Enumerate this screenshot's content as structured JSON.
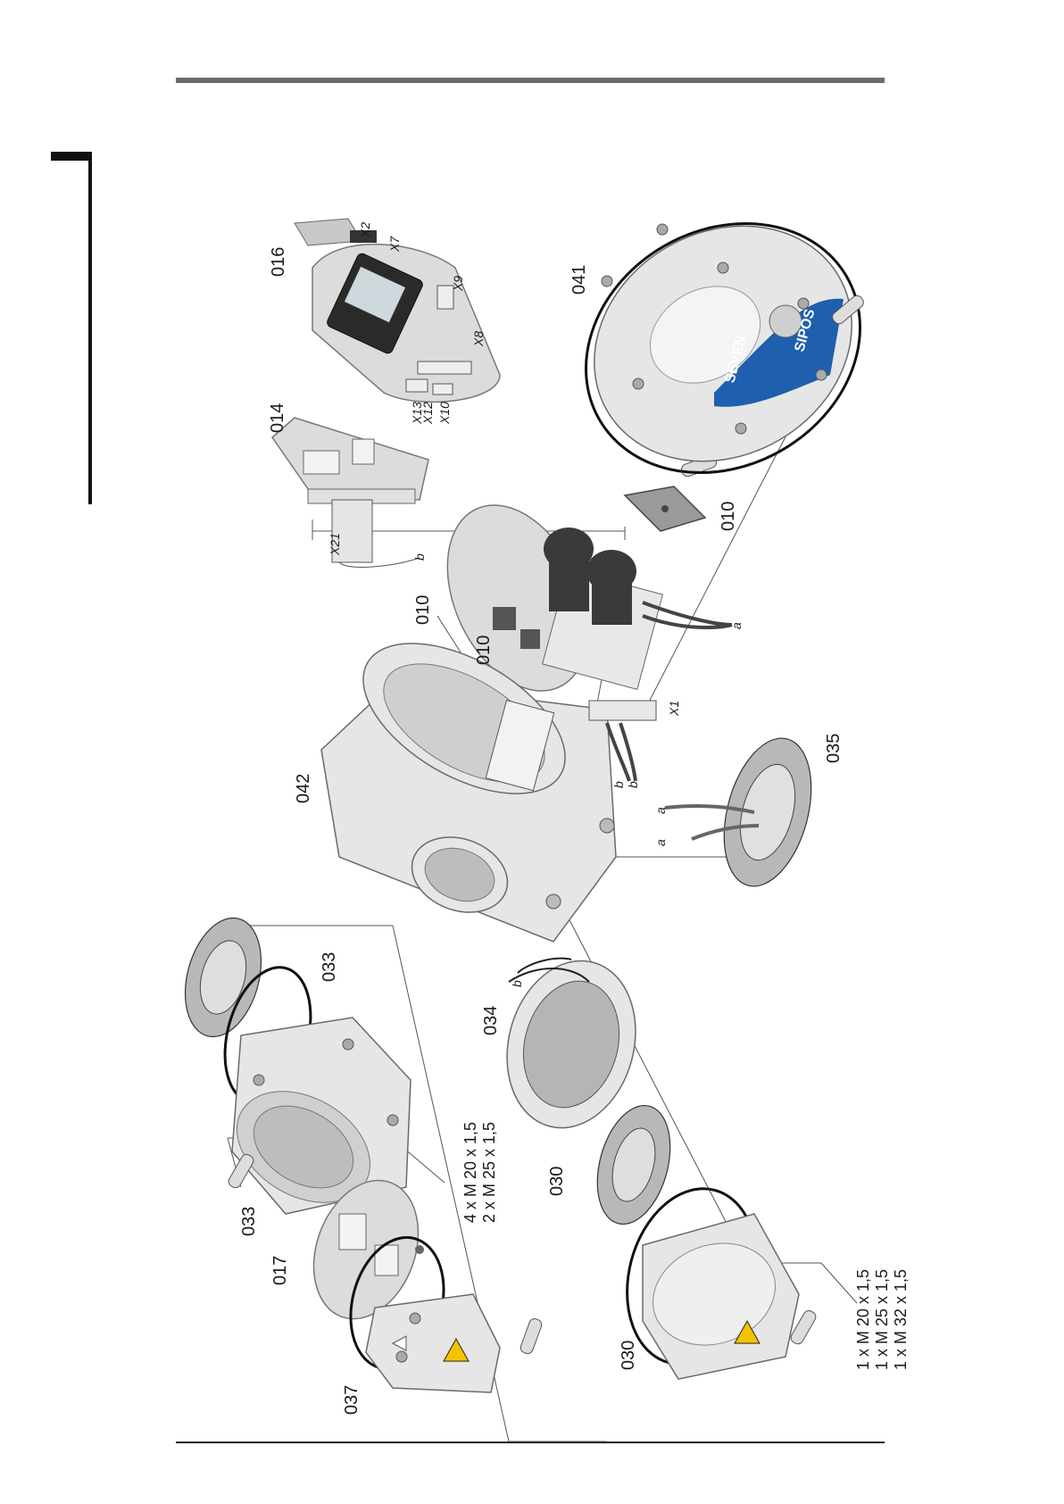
{
  "parts": {
    "p016": "016",
    "p014": "014",
    "p010_a": "010",
    "p010_b": "010",
    "p010_c": "010",
    "p041": "041",
    "p042": "042",
    "p035": "035",
    "p033_a": "033",
    "p033_b": "033",
    "p034": "034",
    "p030_a": "030",
    "p030_b": "030",
    "p017": "017",
    "p037": "037"
  },
  "connectors": {
    "x2": "X2",
    "x7": "X7",
    "x9": "X9",
    "x8": "X8",
    "x13": "X13",
    "x12": "X12",
    "x10": "X10",
    "x21": "X21",
    "x1": "X1"
  },
  "wires": {
    "b1": "b",
    "a1": "a",
    "b2": "b",
    "b3": "b",
    "a2": "a",
    "a3": "a",
    "b4": "b"
  },
  "threads": {
    "cover_left": [
      "4 x M 20 x 1,5",
      "2 x M 25 x 1,5"
    ],
    "cover_right": [
      "1 x M 20 x 1,5",
      "1 x M 25 x 1,5",
      "1 x M 32 x 1,5"
    ]
  },
  "brand": {
    "name": "SIPOS",
    "line": "SEVEN"
  },
  "colors": {
    "rule": "#6b6b6b",
    "brand_blue": "#1e5fae",
    "warning_yellow": "#f2c400"
  }
}
